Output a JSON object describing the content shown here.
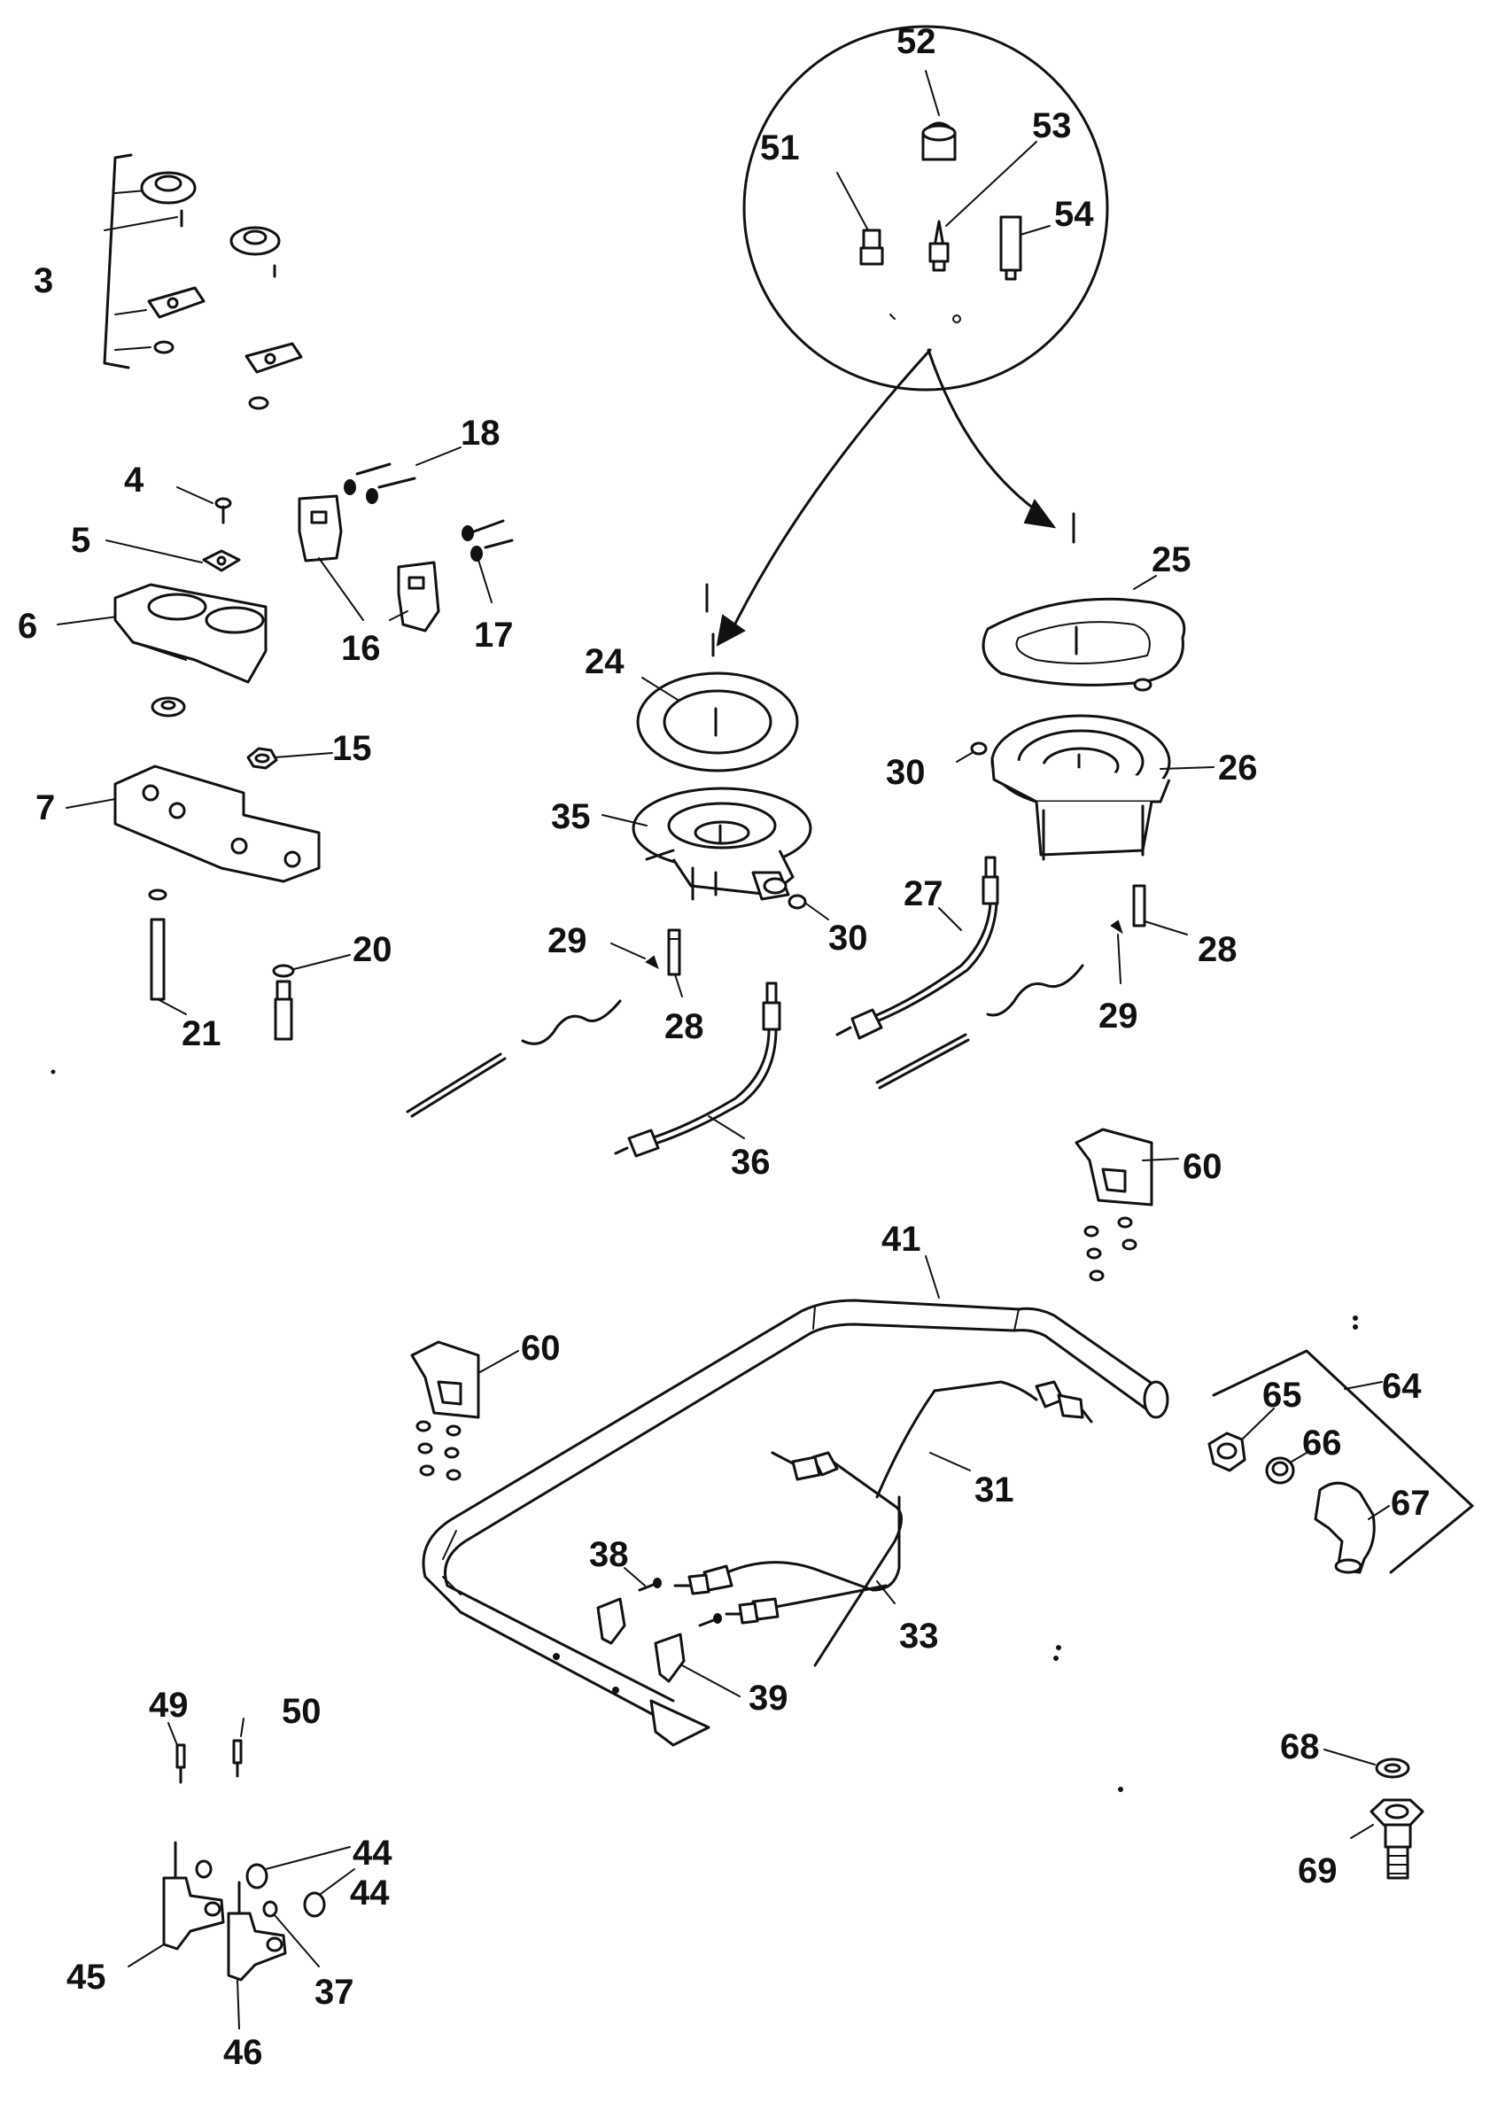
{
  "diagram": {
    "callouts": {
      "c3": "3",
      "c4": "4",
      "c5": "5",
      "c6": "6",
      "c7": "7",
      "c15": "15",
      "c16": "16",
      "c17": "17",
      "c18": "18",
      "c20": "20",
      "c21": "21",
      "c24": "24",
      "c25": "25",
      "c26": "26",
      "c27": "27",
      "c28a": "28",
      "c28b": "28",
      "c29a": "29",
      "c29b": "29",
      "c30a": "30",
      "c30b": "30",
      "c31": "31",
      "c33": "33",
      "c35": "35",
      "c36": "36",
      "c37": "37",
      "c38": "38",
      "c39": "39",
      "c41": "41",
      "c44a": "44",
      "c44b": "44",
      "c45": "45",
      "c46": "46",
      "c49": "49",
      "c50": "50",
      "c51": "51",
      "c52": "52",
      "c53": "53",
      "c54": "54",
      "c60a": "60",
      "c60b": "60",
      "c64": "64",
      "c65": "65",
      "c66": "66",
      "c67": "67",
      "c68": "68",
      "c69": "69"
    }
  }
}
